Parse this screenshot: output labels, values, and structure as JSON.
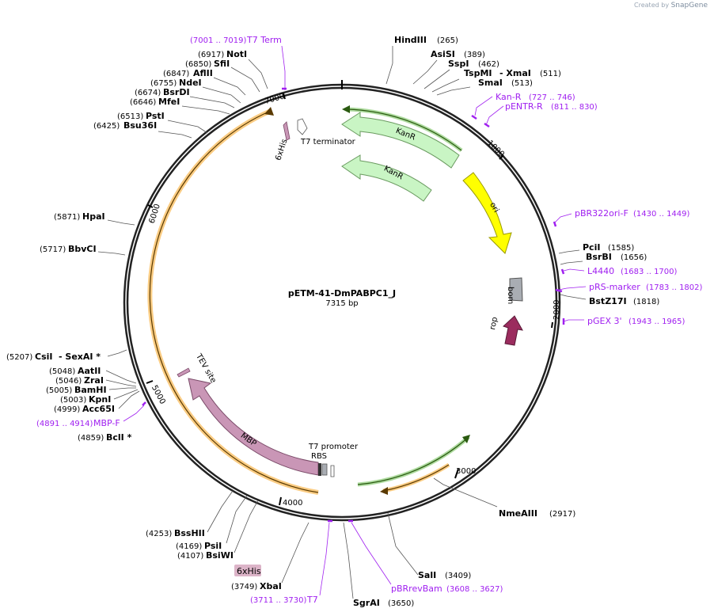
{
  "credit": {
    "prefix": "Created by",
    "brand": "SnapGene"
  },
  "plasmid": {
    "name": "pETM-41-DmPABPC1_J",
    "size_label": "7315 bp"
  },
  "ticks": [
    "1000",
    "2000",
    "3000",
    "4000",
    "5000",
    "6000",
    "7000"
  ],
  "enzymes_right": [
    {
      "name": "HindIII",
      "pos": "(265)"
    },
    {
      "name": "AsiSI",
      "pos": "(389)"
    },
    {
      "name": "SspI",
      "pos": "(462)"
    },
    {
      "name": "TspMI",
      "pos": "",
      "suffix": "- XmaI",
      "pos2": "(511)"
    },
    {
      "name": "SmaI",
      "pos": "(513)"
    },
    {
      "name": "PciI",
      "pos": "(1585)"
    },
    {
      "name": "BsrBI",
      "pos": "(1656)"
    },
    {
      "name": "BstZ17I",
      "pos": "(1818)"
    },
    {
      "name": "NmeAIII",
      "pos": "(2917)"
    },
    {
      "name": "SalI",
      "pos": "(3409)"
    },
    {
      "name": "SgrAI",
      "pos": "(3650)"
    }
  ],
  "enzymes_left": [
    {
      "name": "NotI",
      "pos": "(6917)"
    },
    {
      "name": "SfiI",
      "pos": "(6850)"
    },
    {
      "name": "AflII",
      "pos": "(6847)"
    },
    {
      "name": "NdeI",
      "pos": "(6755)"
    },
    {
      "name": "BsrDI",
      "pos": "(6674)"
    },
    {
      "name": "MfeI",
      "pos": "(6646)"
    },
    {
      "name": "PstI",
      "pos": "(6513)"
    },
    {
      "name": "Bsu36I",
      "pos": "(6425)"
    },
    {
      "name": "HpaI",
      "pos": "(5871)"
    },
    {
      "name": "BbvCI",
      "pos": "(5717)"
    },
    {
      "name": "CsiI",
      "pos": "(5207)",
      "suffix": "- SexAI *"
    },
    {
      "name": "AatII",
      "pos": "(5048)"
    },
    {
      "name": "ZraI",
      "pos": "(5046)"
    },
    {
      "name": "BamHI",
      "pos": "(5005)"
    },
    {
      "name": "KpnI",
      "pos": "(5003)"
    },
    {
      "name": "Acc65I",
      "pos": "(4999)"
    },
    {
      "name": "BclI *",
      "pos": "(4859)"
    },
    {
      "name": "BssHII",
      "pos": "(4253)"
    },
    {
      "name": "PsiI",
      "pos": "(4169)"
    },
    {
      "name": "BsiWI",
      "pos": "(4107)"
    },
    {
      "name": "XbaI",
      "pos": "(3749)"
    }
  ],
  "primers": [
    {
      "name": "T7 Term",
      "range": "(7001 .. 7019)"
    },
    {
      "name": "Kan-R",
      "range": "(727 .. 746)"
    },
    {
      "name": "pENTR-R",
      "range": "(811 .. 830)"
    },
    {
      "name": "pBR322ori-F",
      "range": "(1430 .. 1449)"
    },
    {
      "name": "L4440",
      "range": "(1683 .. 1700)"
    },
    {
      "name": "pRS-marker",
      "range": "(1783 .. 1802)"
    },
    {
      "name": "pGEX 3'",
      "range": "(1943 .. 1965)"
    },
    {
      "name": "pBRrevBam",
      "range": "(3608 .. 3627)"
    },
    {
      "name": "T7",
      "range": "(3711 .. 3730)"
    },
    {
      "name": "MBP-F",
      "range": "(4891 .. 4914)"
    }
  ],
  "features": {
    "kanr_1": "KanR",
    "kanr_2": "KanR",
    "ori": "ori",
    "bom": "bom",
    "rop": "rop",
    "mbp": "MBP",
    "tev": "TEV site",
    "t7_promoter": "T7 promoter",
    "rbs": "RBS",
    "his_tag_top": "6xHis",
    "t7_terminator": "T7 terminator",
    "his_tag_bottom": "6xHis"
  },
  "colors": {
    "backbone": "#222222",
    "kanr": "#c9f5c4",
    "ori": "#ffff00",
    "bom": "#a9adb3",
    "rop": "#9b2c5e",
    "mbp": "#c996b6",
    "primer": "#a020f0",
    "orf_orange": "#f5a31d",
    "orf_green": "#4caf2a"
  }
}
